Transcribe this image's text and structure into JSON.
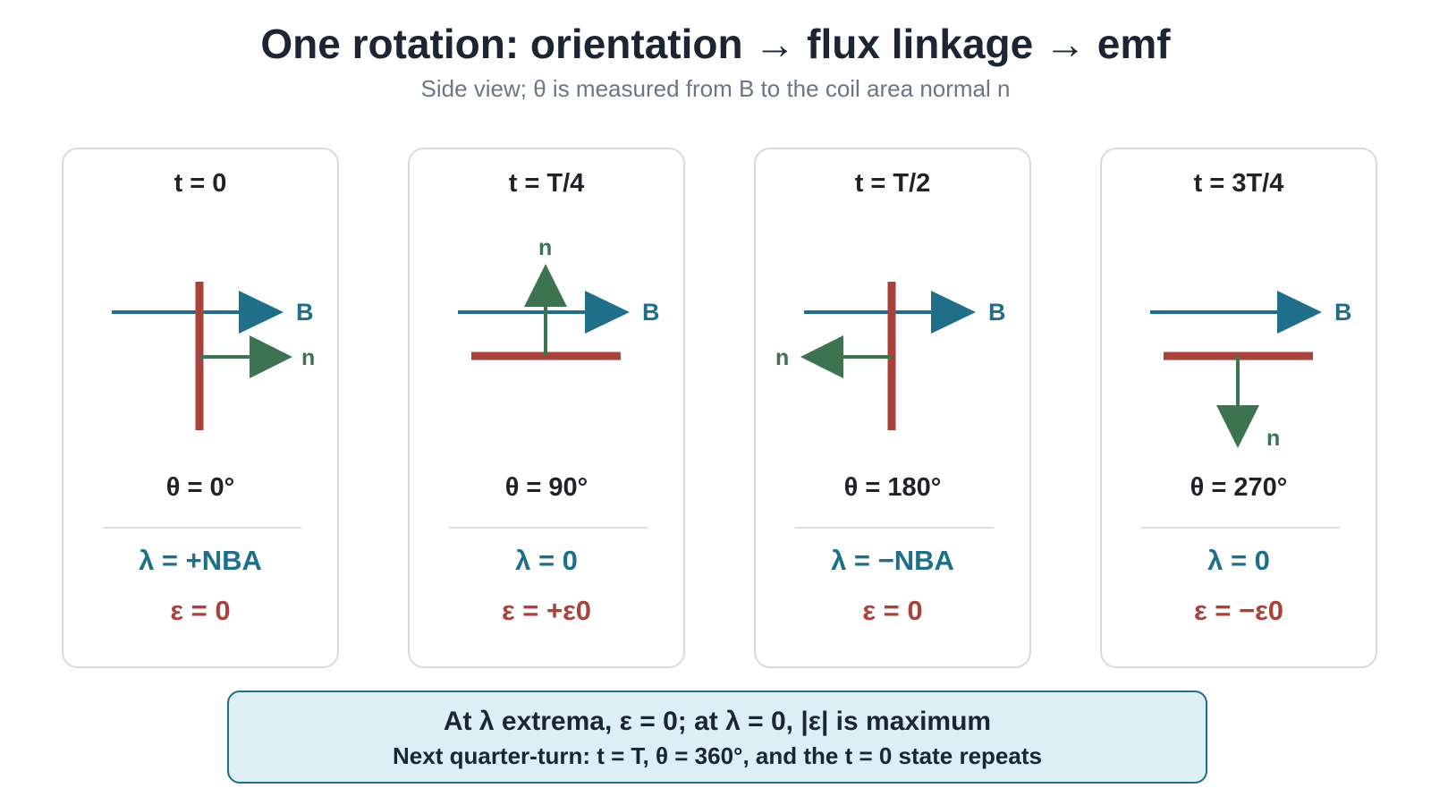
{
  "title": "One rotation: orientation → flux linkage → emf",
  "subtitle": "Side view; θ is measured from B to the coil area normal n",
  "colors": {
    "field": "#1f6f8b",
    "normal": "#3c7350",
    "coil": "#a8423a"
  },
  "field_label": "B",
  "normal_label": "n",
  "panels": [
    {
      "time": "t = 0",
      "theta": "θ = 0°",
      "lambda": "λ = +NBA",
      "emf": "ε = 0"
    },
    {
      "time": "t = T/4",
      "theta": "θ = 90°",
      "lambda": "λ = 0",
      "emf": "ε = +ε0"
    },
    {
      "time": "t = T/2",
      "theta": "θ = 180°",
      "lambda": "λ = −NBA",
      "emf": "ε = 0"
    },
    {
      "time": "t = 3T/4",
      "theta": "θ = 270°",
      "lambda": "λ = 0",
      "emf": "ε = −ε0"
    }
  ],
  "summary": {
    "line1": "At λ extrema, ε = 0; at λ = 0, |ε| is maximum",
    "line2": "Next quarter-turn: t = T, θ = 360°, and the t = 0 state repeats"
  }
}
